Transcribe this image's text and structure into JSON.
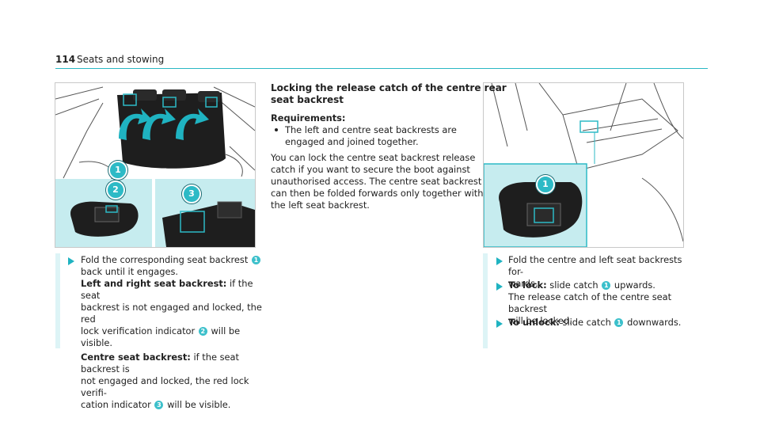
{
  "header": {
    "page_number": "114",
    "section_title": "Seats and stowing"
  },
  "figure_left": {
    "callouts": [
      "1",
      "2",
      "3"
    ]
  },
  "figure_right": {
    "callouts": [
      "1"
    ]
  },
  "left_instruction": {
    "line1a": "Fold the corresponding seat backrest",
    "line1b": "back until it engages.",
    "lr_label": "Left and right seat backrest:",
    "lr_line1": "if the seat",
    "lr_line2": "backrest is not engaged and locked, the red",
    "lr_line3a": "lock verification indicator",
    "lr_line3b": "will be visible.",
    "c_label": "Centre seat backrest:",
    "c_line1": "if the seat backrest is",
    "c_line2": "not engaged and locked, the red lock verifi-",
    "c_line3a": "cation indicator",
    "c_line3b": "will be visible."
  },
  "middle": {
    "heading_line1": "Locking the release catch of the centre rear",
    "heading_line2": "seat backrest",
    "requirements_label": "Requirements:",
    "req_line1": "The left and centre seat backrests are",
    "req_line2": "engaged and joined together.",
    "para_lines": [
      "You can lock the centre seat backrest release",
      "catch if you want to secure the boot against",
      "unauthorised access. The centre seat backrest",
      "can then be folded forwards only together with",
      "the left seat backrest."
    ]
  },
  "right_instructions": {
    "fold_line1": "Fold the centre and left seat backrests for-",
    "fold_line2": "wards.",
    "lock_label": "To lock:",
    "lock_text_a": "slide catch",
    "lock_text_b": "upwards.",
    "lock_line2": "The release catch of the centre seat backrest",
    "lock_line3": "will be locked.",
    "unlock_label": "To unlock:",
    "unlock_text_a": "slide catch",
    "unlock_text_b": "downwards."
  },
  "badges": {
    "one": "1",
    "two": "2",
    "three": "3"
  },
  "colors": {
    "accent": "#29b8c4",
    "highlight_bg": "#ddf4f6",
    "inset_bg": "#c6ecef"
  }
}
